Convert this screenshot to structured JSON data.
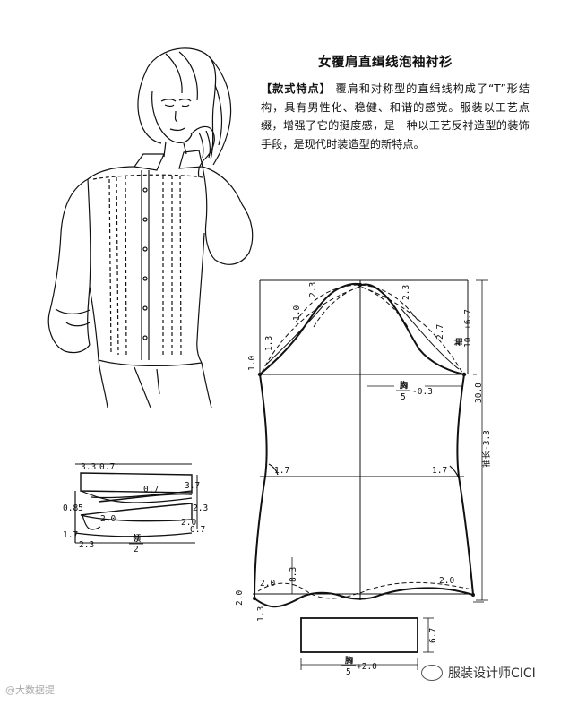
{
  "header": {
    "title": "女覆肩直缉线泡袖衬衫",
    "feature_label": "【款式特点】",
    "feature_text": "覆肩和对称型的直缉线构成了“T”形结构，具有男性化、稳健、和谐的感觉。服装以工艺点缀，增强了它的挺度感，是一种以工艺反衬造型的装饰手段，是现代时装造型的新特点。"
  },
  "collar_pattern": {
    "labels": [
      "3.3",
      "0.7",
      "0.7",
      "3.7",
      "2.3",
      "0.85",
      "2.0",
      "2.0",
      "1.7",
      "0.7",
      "2.3",
      "领",
      "2"
    ]
  },
  "sleeve_pattern": {
    "labels": [
      "2.3",
      "2.3",
      "1.0",
      "1.3",
      "1.0",
      "2.7",
      "袖",
      "10",
      "+6.7",
      "胸",
      "5",
      "-0.3",
      "30.0",
      "袖长-3.3",
      "1.7",
      "1.7",
      "2.0",
      "2.0",
      "8.3",
      "2.0",
      "1.3"
    ]
  },
  "cuff_pattern": {
    "labels": [
      "6.7",
      "胸",
      "5",
      "+2.0"
    ]
  },
  "watermarks": {
    "left": "@大数据提",
    "right": "服装设计师CICI"
  },
  "icons": [
    "wechat-bubble-icon"
  ]
}
